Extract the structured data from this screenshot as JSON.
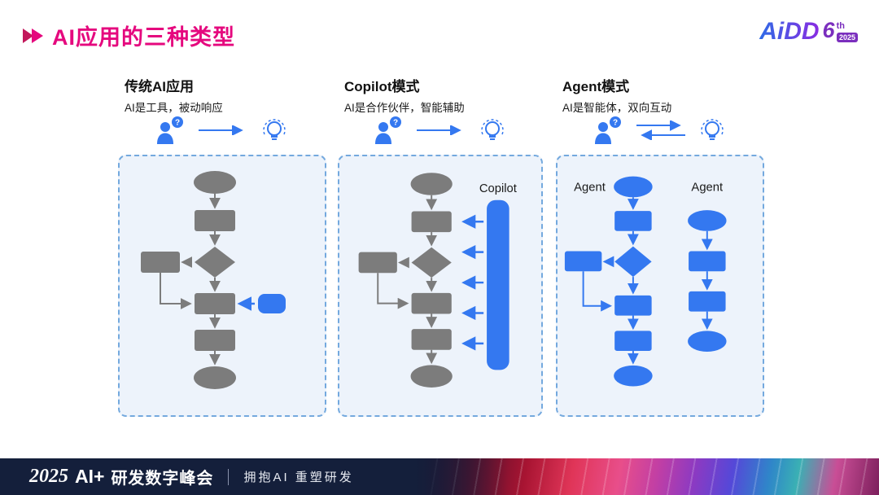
{
  "header": {
    "title": "AI应用的三种类型"
  },
  "logo": {
    "brand": "AiDD",
    "edition_number": "6",
    "edition_suffix": "th",
    "year": "2025"
  },
  "icons": {
    "question": "?"
  },
  "columns": [
    {
      "title": "传统AI应用",
      "subtitle": "AI是工具，被动响应"
    },
    {
      "title": "Copilot模式",
      "subtitle": "AI是合作伙伴，智能辅助",
      "panel_label": "Copilot"
    },
    {
      "title": "Agent模式",
      "subtitle": "AI是智能体，双向互动",
      "agent_left": "Agent",
      "agent_right": "Agent"
    }
  ],
  "footer": {
    "year": "2025",
    "brand": "AI+",
    "name": "研发数字峰会",
    "slogan": "拥抱AI 重塑研发"
  },
  "colors": {
    "accent_magenta": "#E5087E",
    "primary_blue": "#3478F0",
    "shape_gray": "#7C7C7C",
    "panel_bg": "#EDF3FB",
    "panel_border": "#74A9DE",
    "footer_bg": "#141F3B"
  }
}
